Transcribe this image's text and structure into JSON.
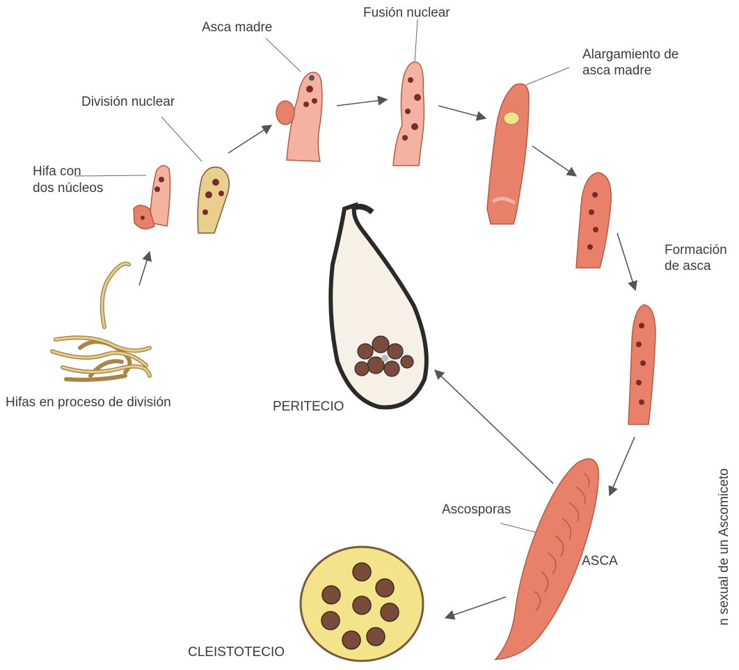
{
  "labels": {
    "hifas_division": "Hifas en proceso de división",
    "hifa_dos_nucleos_1": "Hifa con",
    "hifa_dos_nucleos_2": "dos núcleos",
    "division_nuclear": "División nuclear",
    "asca_madre": "Asca madre",
    "fusion_nuclear": "Fusión nuclear",
    "alargamiento_1": "Alargamiento de",
    "alargamiento_2": "asca madre",
    "formacion_1": "Formación",
    "formacion_2": "de asca",
    "ascosporas": "Ascosporas",
    "asca": "ASCA",
    "peritecio": "PERITECIO",
    "cleistotecio": "CLEISTOTECIO",
    "side_caption": "n sexual de un Ascomiceto"
  },
  "colors": {
    "arrow": "#555555",
    "pink": "#e9806a",
    "pink_light": "#f4b3a0",
    "nucleus": "#7a2a2a",
    "tan": "#e8cf8e",
    "tan_dark": "#a8864a",
    "dark": "#2a2a2a",
    "yellow": "#f3e38a"
  },
  "icons": [
    "hyphae-tangle-icon",
    "binucleate-hypha-icon",
    "nuclear-division-icon",
    "mother-ascus-icon",
    "nuclear-fusion-icon",
    "elongated-ascus-icon",
    "forming-ascus-icon",
    "ascus-formation-icon",
    "mature-ascus-icon",
    "perithecium-icon",
    "cleistothecium-icon"
  ]
}
